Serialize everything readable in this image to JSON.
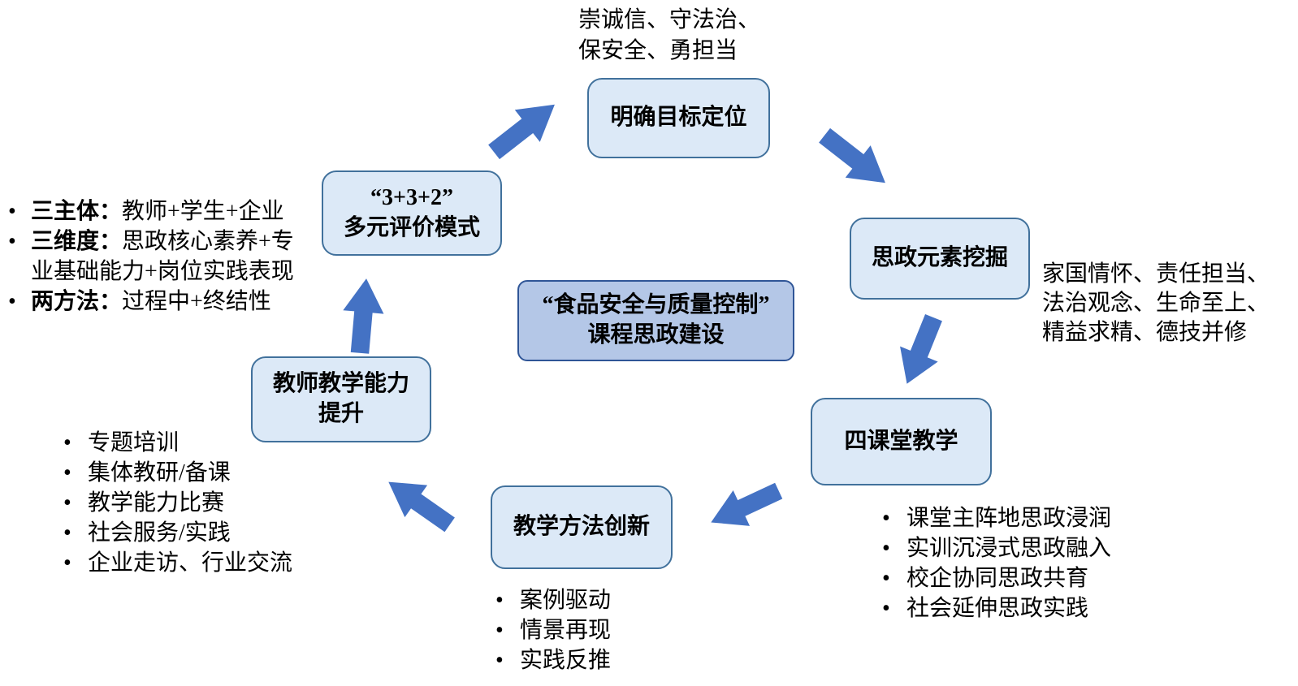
{
  "diagram": {
    "center": {
      "line1": "“食品安全与质量控制”",
      "line2": "课程思政建设"
    },
    "nodes": {
      "target": {
        "label": "明确目标定位"
      },
      "elements": {
        "label": "思政元素挖掘"
      },
      "classroom": {
        "label": "四课堂教学"
      },
      "method": {
        "label": "教学方法创新"
      },
      "teacher": {
        "line1": "教师教学能力",
        "line2": "提升"
      },
      "evaluation": {
        "line1": "“3+3+2”",
        "line2": "多元评价模式"
      }
    },
    "annotations": {
      "target_note": {
        "line1": "崇诚信、守法治、",
        "line2": "保安全、勇担当"
      },
      "elements_note": {
        "line1": "家国情怀、责任担当、",
        "line2": "法治观念、生命至上、",
        "line3": "精益求精、德技并修"
      },
      "classroom_bullets": [
        "课堂主阵地思政浸润",
        "实训沉浸式思政融入",
        "校企协同思政共育",
        "社会延伸思政实践"
      ],
      "method_bullets": [
        "案例驱动",
        "情景再现",
        "实践反推"
      ],
      "teacher_bullets": [
        "专题培训",
        "集体教研/备课",
        "教学能力比赛",
        "社会服务/实践",
        "企业走访、行业交流"
      ],
      "evaluation_bullets": [
        {
          "lead": "三主体：",
          "text": "教师+学生+企业"
        },
        {
          "lead": "三维度：",
          "text": "思政核心素养+专业基础能力+岗位实践表现"
        },
        {
          "lead": "两方法：",
          "text": "过程中+终结性"
        }
      ]
    },
    "colors": {
      "node_fill": "#dce9f7",
      "node_border": "#41719c",
      "center_fill": "#b4c7e7",
      "center_border": "#2f5597",
      "arrow": "#4472c4"
    }
  }
}
